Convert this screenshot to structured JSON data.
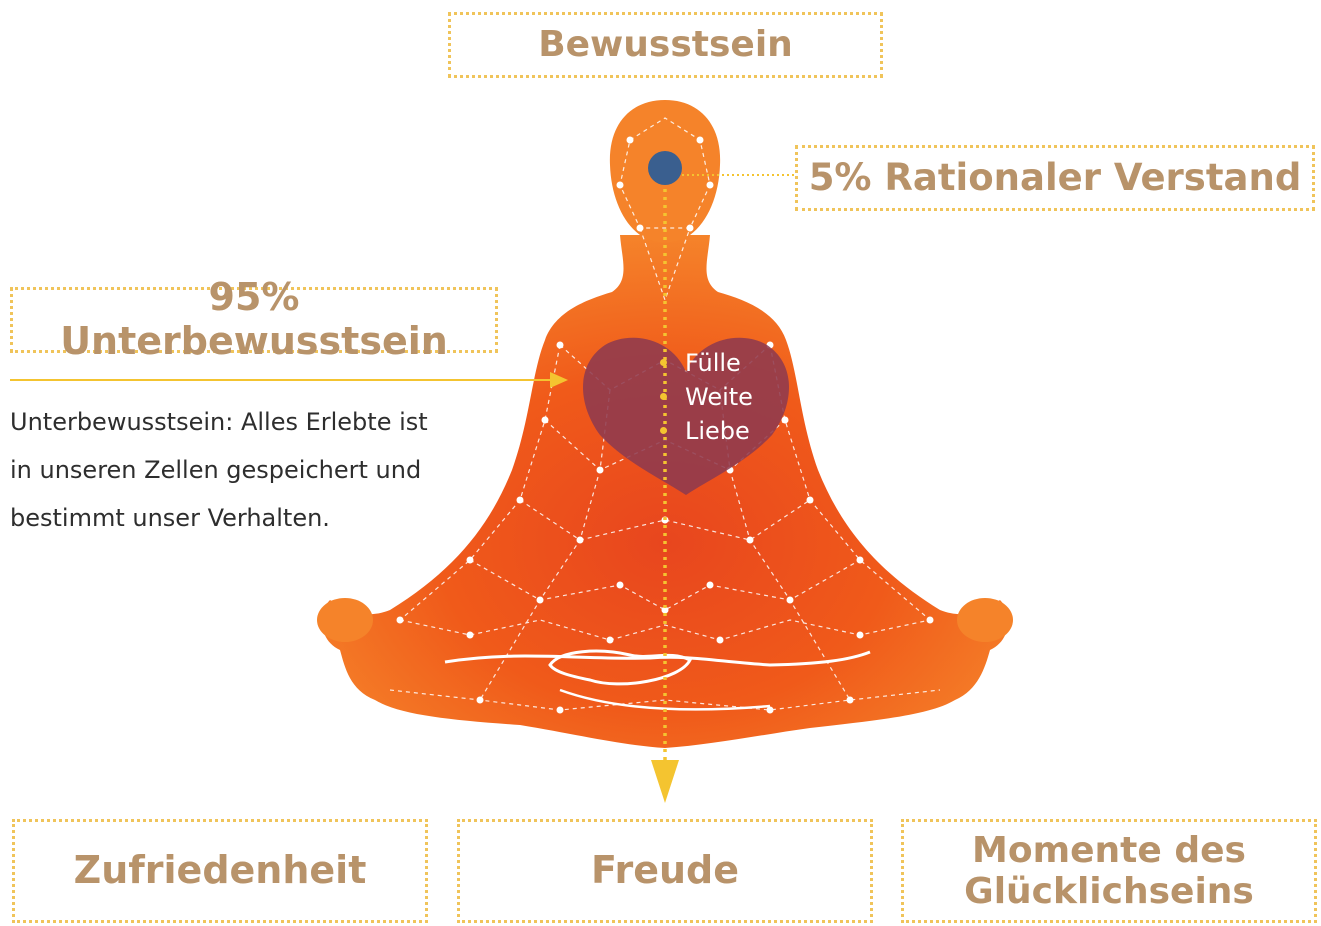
{
  "colors": {
    "accent_yellow": "#f4c430",
    "box_border": "#f0c45a",
    "label_text": "#b8936a",
    "body_text": "#2e2e2e",
    "figure_orange": "#f26a1b",
    "figure_red": "#e8461e",
    "heart": "#8e3a4f",
    "third_eye": "#3a5f8f"
  },
  "labels": {
    "top": "Bewusstsein",
    "rational": "5% Rationaler Verstand",
    "subconscious": "95% Unterbewusstsein"
  },
  "description": "Unterbewusstsein: Alles Erlebte ist in unseren Zellen gespeichert und bestimmt unser Verhalten.",
  "heart_items": [
    "Fülle",
    "Weite",
    "Liebe"
  ],
  "outcomes": [
    "Zufriedenheit",
    "Freude",
    "Momente des Glücklichseins"
  ],
  "icons": {
    "figure": "meditating-figure-icon",
    "heart": "heart-icon",
    "third_eye": "third-eye-icon",
    "arrow": "arrow-down-icon"
  }
}
